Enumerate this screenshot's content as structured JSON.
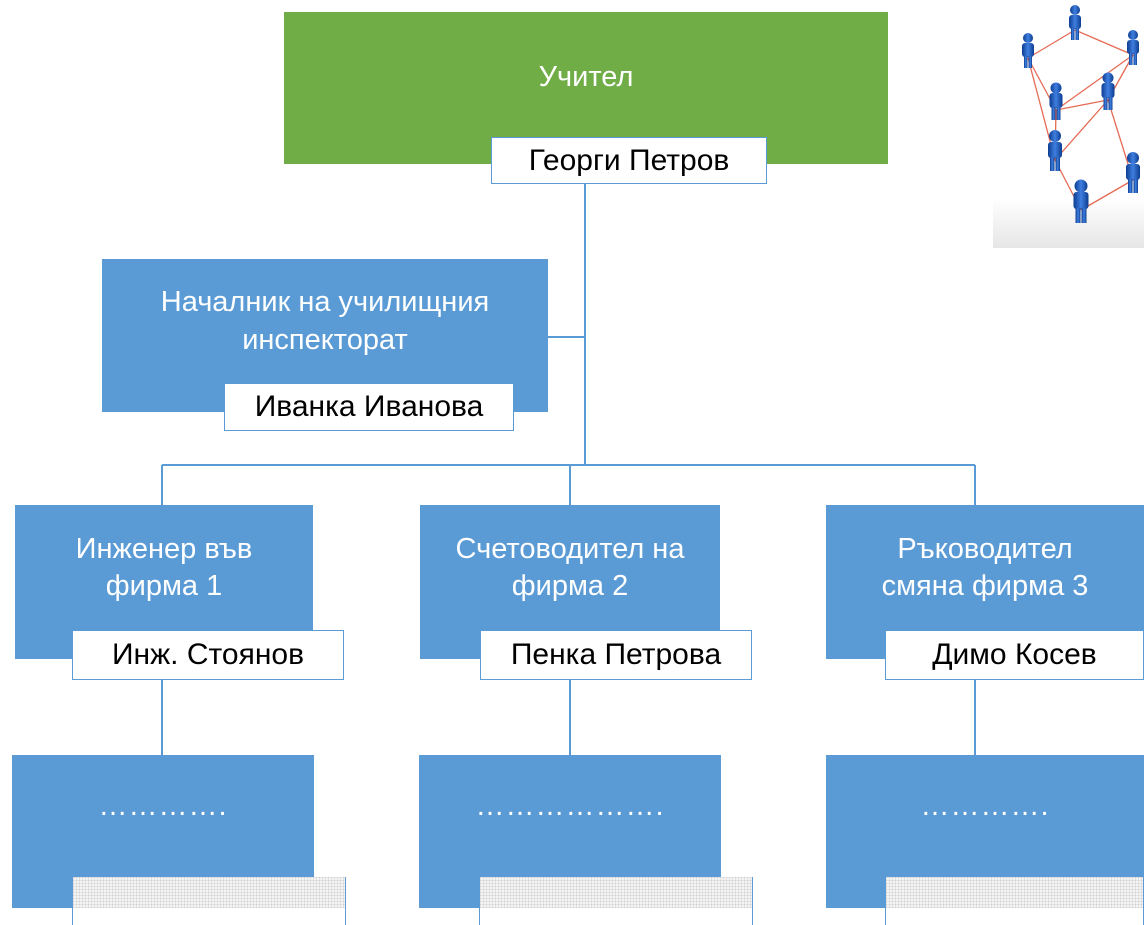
{
  "root": {
    "role": "Учител",
    "name": "Георги Петров"
  },
  "assistant": {
    "role_line1": "Началник на училищния",
    "role_line2": "инспекторат",
    "name": "Иванка Иванова"
  },
  "branches": [
    {
      "role_line1": "Инженер във",
      "role_line2": "фирма 1",
      "name": "Инж. Стоянов",
      "child_text": "…………."
    },
    {
      "role_line1": "Счетоводител на",
      "role_line2": "фирма 2",
      "name": "Пенка Петрова",
      "child_text": "………………."
    },
    {
      "role_line1": "Ръководител",
      "role_line2": "смяна фирма 3",
      "name": "Димо Косев",
      "child_text": "…………."
    }
  ],
  "colors": {
    "root_fill": "#70ad47",
    "node_fill": "#5b9bd5",
    "connector": "#5b9bd5",
    "name_border": "#5b9bd5"
  },
  "picture": {
    "icon": "people-network-icon"
  }
}
